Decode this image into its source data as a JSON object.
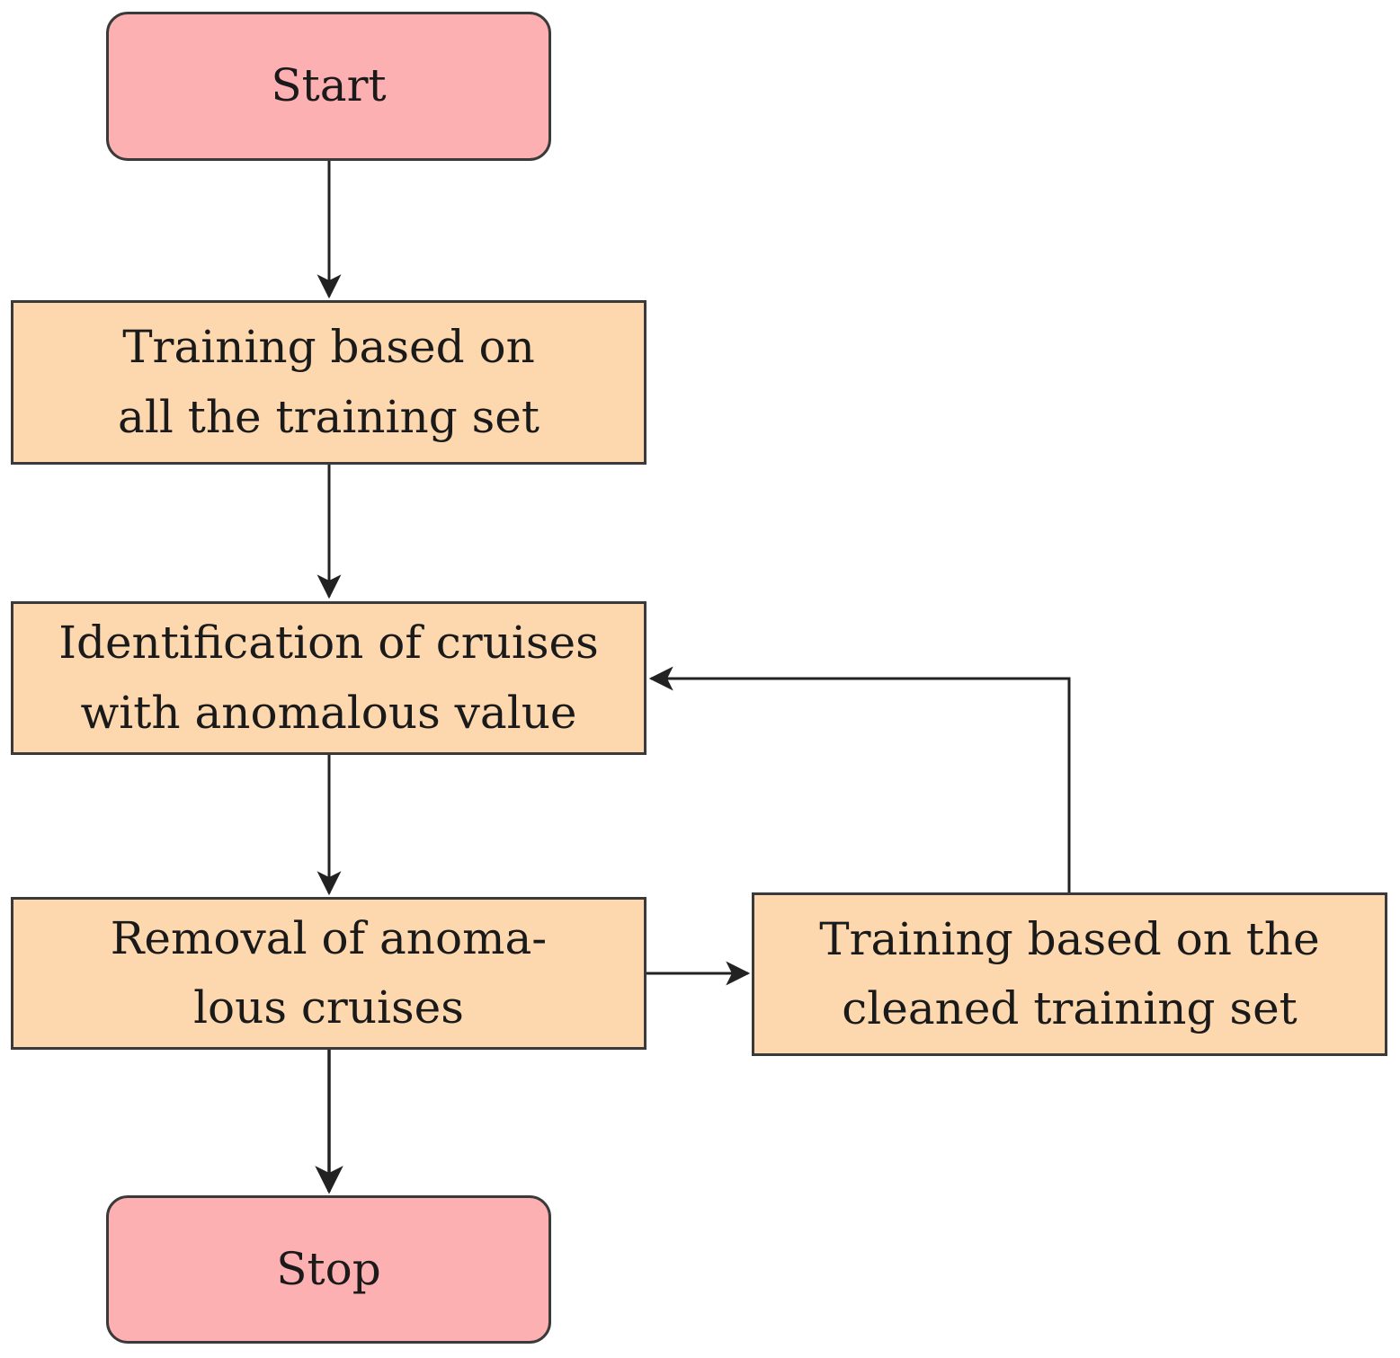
{
  "diagram": {
    "nodes": {
      "start": {
        "lines": [
          "Start"
        ]
      },
      "train_all": {
        "lines": [
          "Training based on",
          "all the training set"
        ]
      },
      "identify": {
        "lines": [
          "Identification of cruises",
          "with anomalous value"
        ]
      },
      "remove": {
        "lines": [
          "Removal of anoma-",
          "lous cruises"
        ]
      },
      "train_clean": {
        "lines": [
          "Training based on the",
          "cleaned training set"
        ]
      },
      "stop": {
        "lines": [
          "Stop"
        ]
      }
    },
    "edges": [
      {
        "from": "start",
        "to": "train_all"
      },
      {
        "from": "train_all",
        "to": "identify"
      },
      {
        "from": "identify",
        "to": "remove"
      },
      {
        "from": "remove",
        "to": "stop"
      },
      {
        "from": "remove",
        "to": "train_clean"
      },
      {
        "from": "train_clean",
        "to": "identify"
      }
    ],
    "colors": {
      "terminal_fill": "#fdb0b2",
      "process_fill": "#fdd8ae",
      "stroke": "#3a3a3a",
      "arrow": "#222222"
    }
  }
}
